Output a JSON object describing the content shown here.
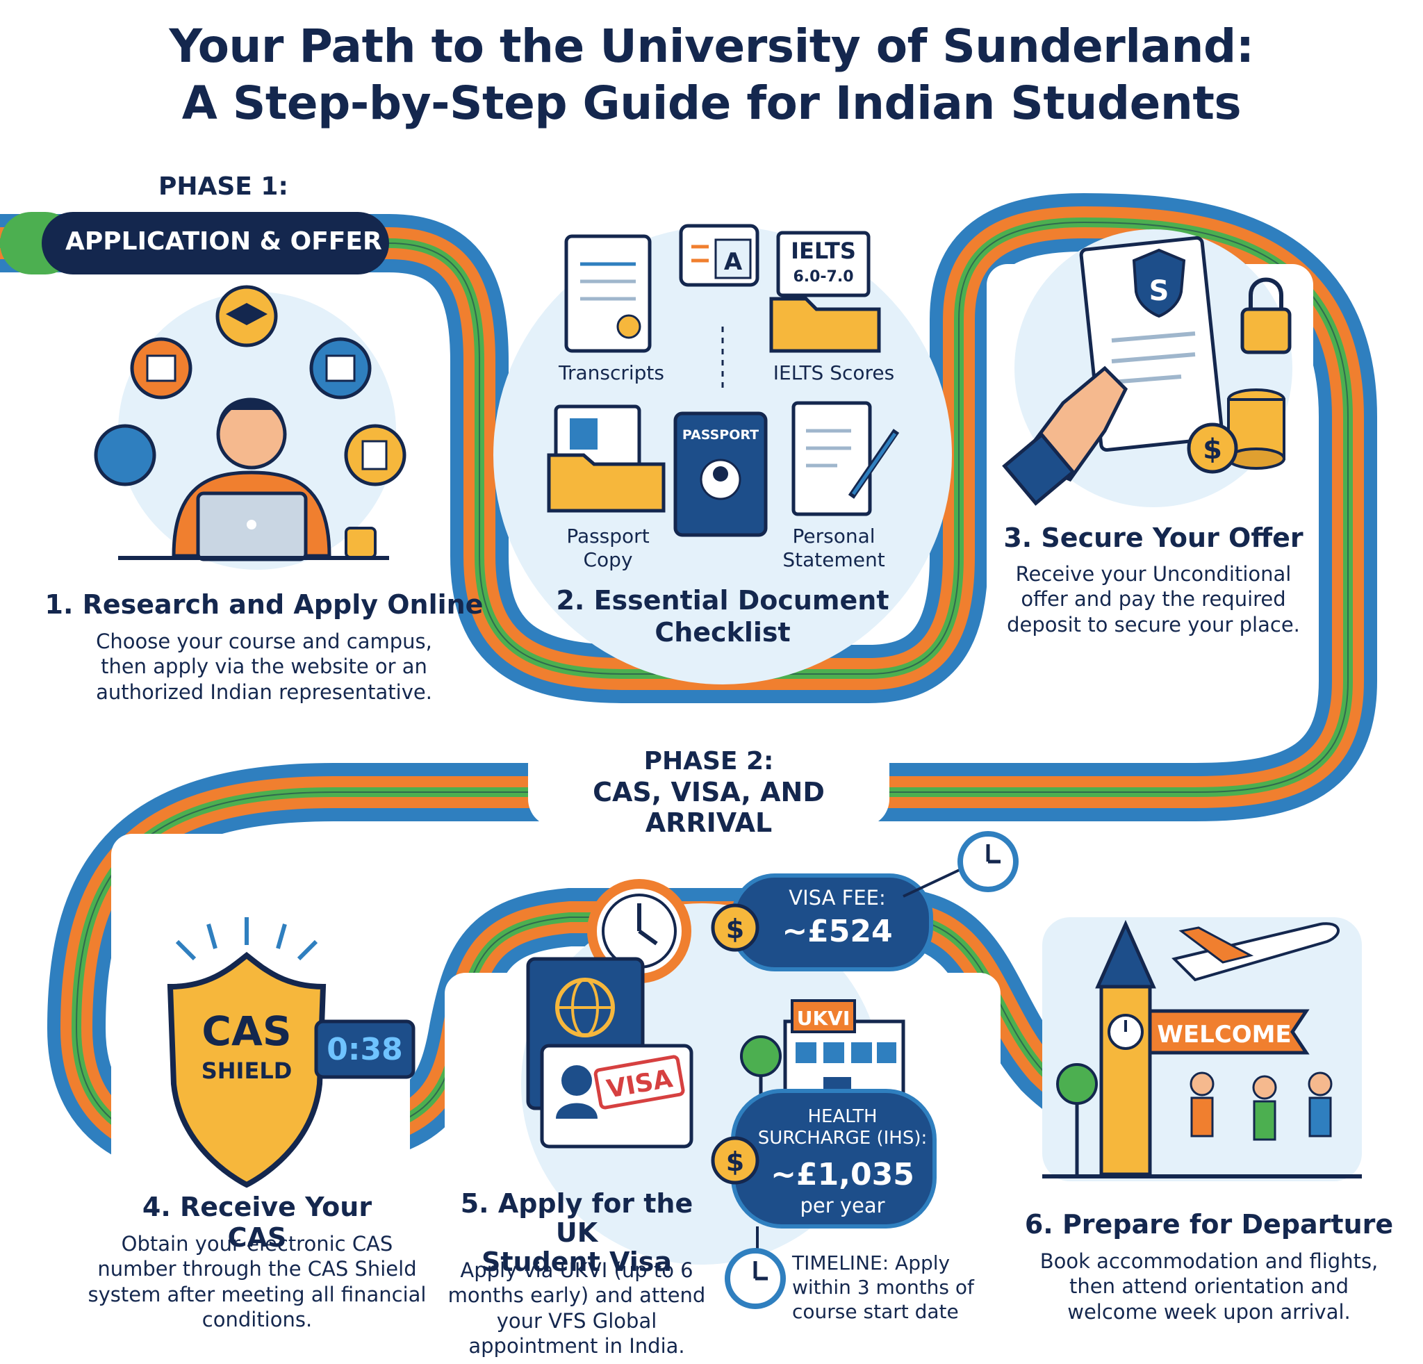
{
  "title_line1": "Your Path to the University of Sunderland:",
  "title_line2": "A Step-by-Step Guide for Indian Students",
  "phase1": {
    "label": "PHASE 1:",
    "banner": "APPLICATION & OFFER"
  },
  "phase2": {
    "label": "PHASE 2:",
    "sub": "CAS, VISA, AND ARRIVAL"
  },
  "step1": {
    "title": "1. Research and Apply Online",
    "desc": [
      "Choose your course and campus,",
      "then apply via the website or an",
      "authorized Indian representative."
    ]
  },
  "step2": {
    "title_line1": "2. Essential Document",
    "title_line2": "Checklist",
    "docs": {
      "transcripts": "Transcripts",
      "ielts_scores": "IELTS Scores",
      "passport_copy_1": "Passport",
      "passport_copy_2": "Copy",
      "personal_statement_1": "Personal",
      "personal_statement_2": "Statement"
    },
    "ielts_card": {
      "line1": "IELTS",
      "line2": "6.0-7.0"
    },
    "passport_book_label": "PASSPORT",
    "letter_icon": "A"
  },
  "step3": {
    "title": "3. Secure Your Offer",
    "desc": [
      "Receive your Unconditional",
      "offer and pay the required",
      "deposit to secure your place."
    ]
  },
  "step4": {
    "title": "4. Receive Your CAS",
    "desc": [
      "Obtain your electronic CAS",
      "number through the CAS Shield",
      "system after meeting all financial",
      "conditions."
    ],
    "shield_line1": "CAS",
    "shield_line2": "SHIELD",
    "digital_display": "0:38"
  },
  "step5": {
    "title_line1": "5. Apply for the UK",
    "title_line2": "Student Visa",
    "desc": [
      "Apply via UKVI (up to 6",
      "months early) and attend",
      "your VFS Global",
      "appointment in India."
    ],
    "visa_stamp": "VISA",
    "ukvi_sign": "UKVI",
    "visa_fee": {
      "label": "VISA FEE:",
      "value": "~£524"
    },
    "health_surcharge": {
      "label_line1": "HEALTH",
      "label_line2": "SURCHARGE (IHS):",
      "value": "~£1,035",
      "unit": "per year"
    },
    "timeline": [
      "TIMELINE: Apply",
      "within 3 months of",
      "course start date"
    ]
  },
  "step6": {
    "title": "6. Prepare for Departure",
    "desc": [
      "Book accommodation and flights,",
      "then attend orientation and",
      "welcome week upon arrival."
    ],
    "banner": "WELCOME"
  },
  "icons": {
    "currency_symbol": "$",
    "logo_letter": "S"
  },
  "colors": {
    "navy": "#14274e",
    "blue": "#2f7fbf",
    "orange": "#f07f2f",
    "green": "#4caf50",
    "gold": "#f6b73c",
    "light_blue": "#e4f1fa"
  }
}
